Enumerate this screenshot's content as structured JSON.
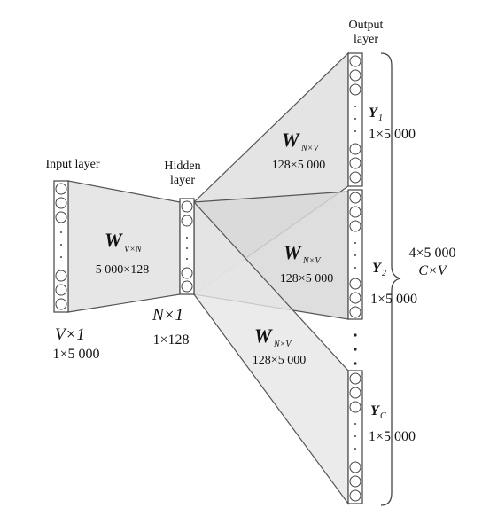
{
  "diagram": {
    "input_layer": {
      "title": "Input layer",
      "dim_main": "V×1",
      "dim_sub": "1×5 000"
    },
    "hidden_layer": {
      "title_line1": "Hidden",
      "title_line2": "layer",
      "dim_main": "N×1",
      "dim_sub": "1×128"
    },
    "output_layer": {
      "title_line1": "Output",
      "title_line2": "layer",
      "outputs": [
        {
          "symbol": "Y",
          "subscript": "1",
          "size": "1×5 000"
        },
        {
          "symbol": "Y",
          "subscript": "2",
          "size": "1×5 000"
        },
        {
          "symbol": "Y",
          "subscript": "C",
          "size": "1×5 000"
        }
      ]
    },
    "input_weight": {
      "symbol": "W",
      "subscript": "V×N",
      "size": "5 000×128"
    },
    "output_weights": [
      {
        "symbol": "W",
        "subscript": "N×V",
        "size": "128×5 000"
      },
      {
        "symbol": "W",
        "subscript": "N×V",
        "size": "128×5 000"
      },
      {
        "symbol": "W",
        "subscript": "N×V",
        "size": "128×5 000"
      }
    ],
    "total": {
      "size": "4×5 000",
      "label": "C×V"
    }
  }
}
